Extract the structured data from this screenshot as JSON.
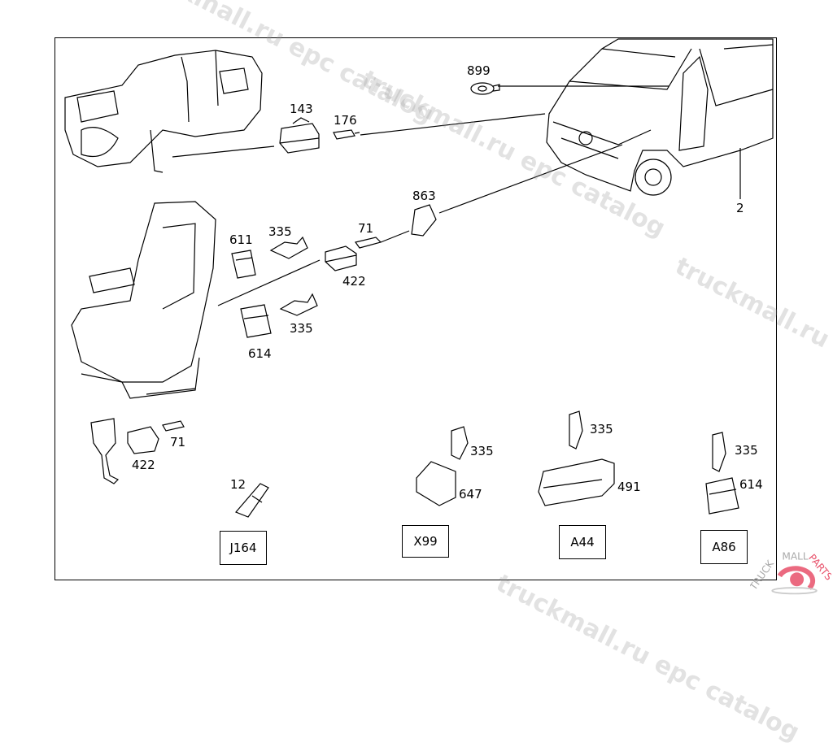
{
  "diagram": {
    "part_labels": [
      "899",
      "143",
      "176",
      "863",
      "2",
      "611",
      "335",
      "71",
      "422",
      "335",
      "614",
      "71",
      "422",
      "12",
      "335",
      "647",
      "335",
      "491",
      "335",
      "614"
    ],
    "group_boxes": [
      "J164",
      "X99",
      "A44",
      "A86"
    ]
  },
  "watermark": {
    "text": "truckmall.ru epc catalog",
    "logo_text": "TRUCKMALLPARTS",
    "logo_color": "#e8506a"
  }
}
